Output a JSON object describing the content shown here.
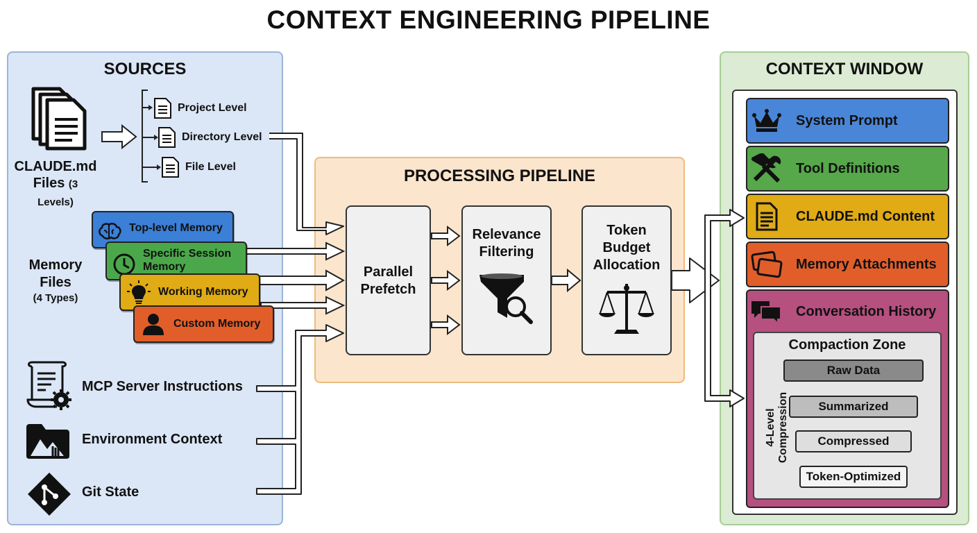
{
  "title": "CONTEXT ENGINEERING PIPELINE",
  "sources": {
    "title": "SOURCES",
    "claude_md": {
      "label_line1": "CLAUDE.md",
      "label_line2": "Files",
      "label_count": "(3 Levels)",
      "levels": [
        "Project Level",
        "Directory Level",
        "File Level"
      ]
    },
    "memory": {
      "label_line1": "Memory",
      "label_line2": "Files",
      "label_count": "(4 Types)",
      "cards": [
        {
          "label": "Top-level Memory",
          "color": "#3b7fd6",
          "icon": "brain-icon"
        },
        {
          "label": "Specific Session Memory",
          "color": "#4ba84a",
          "icon": "clock-icon"
        },
        {
          "label": "Working Memory",
          "color": "#e0ab14",
          "icon": "lightbulb-icon"
        },
        {
          "label": "Custom Memory",
          "color": "#e15e2b",
          "icon": "person-icon"
        }
      ]
    },
    "mcp": {
      "label": "MCP Server Instructions",
      "icon": "document-gear-icon"
    },
    "env": {
      "label": "Environment Context",
      "icon": "folder-landscape-icon"
    },
    "git": {
      "label": "Git State",
      "icon": "git-icon"
    }
  },
  "processing": {
    "title": "PROCESSING PIPELINE",
    "stages": [
      {
        "line1": "Parallel",
        "line2": "Prefetch"
      },
      {
        "line1": "Relevance",
        "line2": "Filtering",
        "icon": "funnel-search-icon"
      },
      {
        "line1": "Token",
        "line2": "Budget",
        "line3": "Allocation",
        "icon": "scale-icon"
      }
    ]
  },
  "context": {
    "title": "CONTEXT WINDOW",
    "items": [
      {
        "label": "System Prompt",
        "color": "#4a86d8",
        "icon": "crown-icon"
      },
      {
        "label": "Tool Definitions",
        "color": "#56a84a",
        "icon": "tools-icon"
      },
      {
        "label": "CLAUDE.md Content",
        "color": "#e0ab14",
        "icon": "document-icon"
      },
      {
        "label": "Memory Attachments",
        "color": "#e15e2b",
        "icon": "cards-icon"
      },
      {
        "label": "Conversation History",
        "color": "#b5507f",
        "icon": "chat-icon"
      }
    ],
    "compaction": {
      "title": "Compaction Zone",
      "side_label_line1": "4-Level",
      "side_label_line2": "Compression",
      "levels": [
        {
          "label": "Raw Data",
          "color": "#8a8a8a"
        },
        {
          "label": "Summarized",
          "color": "#bdbdbd"
        },
        {
          "label": "Compressed",
          "color": "#dedede"
        },
        {
          "label": "Token-Optimized",
          "color": "#f4f4f4"
        }
      ]
    }
  }
}
